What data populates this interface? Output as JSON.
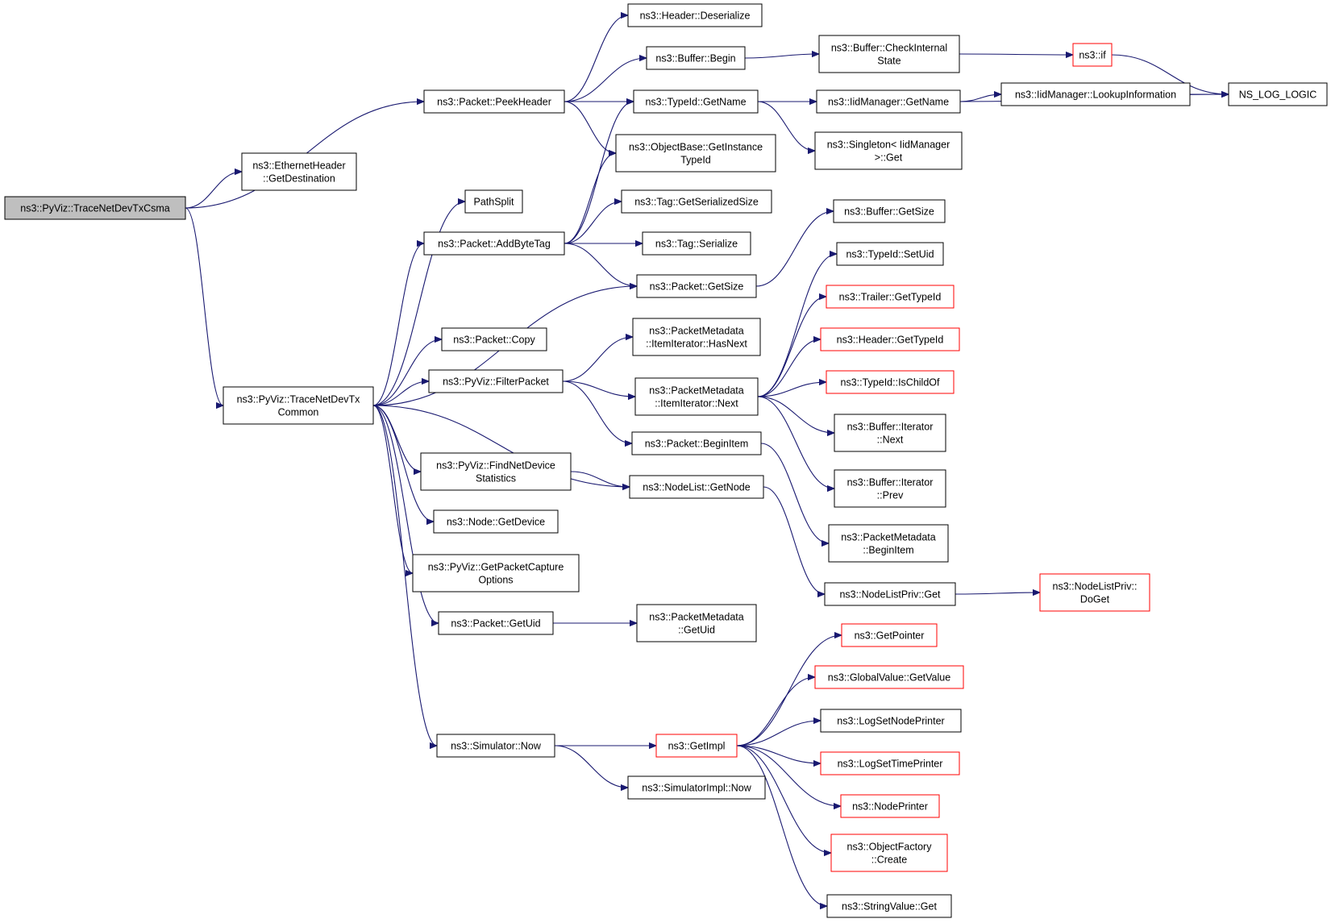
{
  "colors": {
    "edge": "#191970",
    "border_default": "#000000",
    "border_red": "#ff0000",
    "fill_default": "#ffffff",
    "fill_root": "#bfbfbf"
  },
  "nodes": [
    {
      "id": "root",
      "lines": [
        "ns3::PyViz::TraceNetDevTxCsma"
      ],
      "style": "root"
    },
    {
      "id": "eth_getdest",
      "lines": [
        "ns3::EthernetHeader",
        "::GetDestination"
      ],
      "style": "default"
    },
    {
      "id": "common",
      "lines": [
        "ns3::PyViz::TraceNetDevTx",
        "Common"
      ],
      "style": "default"
    },
    {
      "id": "peekheader",
      "lines": [
        "ns3::Packet::PeekHeader"
      ],
      "style": "default"
    },
    {
      "id": "pathsplit",
      "lines": [
        "PathSplit"
      ],
      "style": "default"
    },
    {
      "id": "addbytetag",
      "lines": [
        "ns3::Packet::AddByteTag"
      ],
      "style": "default"
    },
    {
      "id": "copy",
      "lines": [
        "ns3::Packet::Copy"
      ],
      "style": "default"
    },
    {
      "id": "filterpacket",
      "lines": [
        "ns3::PyViz::FilterPacket"
      ],
      "style": "default"
    },
    {
      "id": "findnetdev",
      "lines": [
        "ns3::PyViz::FindNetDevice",
        "Statistics"
      ],
      "style": "default"
    },
    {
      "id": "getdevice",
      "lines": [
        "ns3::Node::GetDevice"
      ],
      "style": "default"
    },
    {
      "id": "getpcap",
      "lines": [
        "ns3::PyViz::GetPacketCapture",
        "Options"
      ],
      "style": "default"
    },
    {
      "id": "getuid",
      "lines": [
        "ns3::Packet::GetUid"
      ],
      "style": "default"
    },
    {
      "id": "simnow",
      "lines": [
        "ns3::Simulator::Now"
      ],
      "style": "default"
    },
    {
      "id": "hdr_deser",
      "lines": [
        "ns3::Header::Deserialize"
      ],
      "style": "default"
    },
    {
      "id": "buf_begin",
      "lines": [
        "ns3::Buffer::Begin"
      ],
      "style": "default"
    },
    {
      "id": "typeid_getname",
      "lines": [
        "ns3::TypeId::GetName"
      ],
      "style": "default"
    },
    {
      "id": "objbase_git",
      "lines": [
        "ns3::ObjectBase::GetInstance",
        "TypeId"
      ],
      "style": "default"
    },
    {
      "id": "tag_gss",
      "lines": [
        "ns3::Tag::GetSerializedSize"
      ],
      "style": "default"
    },
    {
      "id": "tag_ser",
      "lines": [
        "ns3::Tag::Serialize"
      ],
      "style": "default"
    },
    {
      "id": "pkt_getsize",
      "lines": [
        "ns3::Packet::GetSize"
      ],
      "style": "default"
    },
    {
      "id": "pm_hasnext",
      "lines": [
        "ns3::PacketMetadata",
        "::ItemIterator::HasNext"
      ],
      "style": "default"
    },
    {
      "id": "pm_next",
      "lines": [
        "ns3::PacketMetadata",
        "::ItemIterator::Next"
      ],
      "style": "default"
    },
    {
      "id": "pkt_beginitem",
      "lines": [
        "ns3::Packet::BeginItem"
      ],
      "style": "default"
    },
    {
      "id": "nl_getnode",
      "lines": [
        "ns3::NodeList::GetNode"
      ],
      "style": "default"
    },
    {
      "id": "pm_getuid",
      "lines": [
        "ns3::PacketMetadata",
        "::GetUid"
      ],
      "style": "default"
    },
    {
      "id": "getimpl",
      "lines": [
        "ns3::GetImpl"
      ],
      "style": "red"
    },
    {
      "id": "simimpl_now",
      "lines": [
        "ns3::SimulatorImpl::Now"
      ],
      "style": "default"
    },
    {
      "id": "buf_checkint",
      "lines": [
        "ns3::Buffer::CheckInternal",
        "State"
      ],
      "style": "default"
    },
    {
      "id": "if",
      "lines": [
        "ns3::if"
      ],
      "style": "red"
    },
    {
      "id": "iidmgr_getname",
      "lines": [
        "ns3::IidManager::GetName"
      ],
      "style": "default"
    },
    {
      "id": "iidmgr_lookup",
      "lines": [
        "ns3::IidManager::LookupInformation"
      ],
      "style": "default"
    },
    {
      "id": "ns_log",
      "lines": [
        "NS_LOG_LOGIC"
      ],
      "style": "default"
    },
    {
      "id": "singleton_get",
      "lines": [
        "ns3::Singleton< IidManager",
        " >::Get"
      ],
      "style": "default"
    },
    {
      "id": "buf_getsize",
      "lines": [
        "ns3::Buffer::GetSize"
      ],
      "style": "default"
    },
    {
      "id": "typeid_setuid",
      "lines": [
        "ns3::TypeId::SetUid"
      ],
      "style": "default"
    },
    {
      "id": "trailer_gtid",
      "lines": [
        "ns3::Trailer::GetTypeId"
      ],
      "style": "red"
    },
    {
      "id": "header_gtid",
      "lines": [
        "ns3::Header::GetTypeId"
      ],
      "style": "red"
    },
    {
      "id": "typeid_ischild",
      "lines": [
        "ns3::TypeId::IsChildOf"
      ],
      "style": "red"
    },
    {
      "id": "bufit_next",
      "lines": [
        "ns3::Buffer::Iterator",
        "::Next"
      ],
      "style": "default"
    },
    {
      "id": "bufit_prev",
      "lines": [
        "ns3::Buffer::Iterator",
        "::Prev"
      ],
      "style": "default"
    },
    {
      "id": "pm_beginitem",
      "lines": [
        "ns3::PacketMetadata",
        "::BeginItem"
      ],
      "style": "default"
    },
    {
      "id": "nlpriv_get",
      "lines": [
        "ns3::NodeListPriv::Get"
      ],
      "style": "default"
    },
    {
      "id": "nlpriv_doget",
      "lines": [
        "ns3::NodeListPriv::",
        "DoGet"
      ],
      "style": "red"
    },
    {
      "id": "getpointer",
      "lines": [
        "ns3::GetPointer"
      ],
      "style": "red"
    },
    {
      "id": "gv_getvalue",
      "lines": [
        "ns3::GlobalValue::GetValue"
      ],
      "style": "red"
    },
    {
      "id": "logsetnodeprinter",
      "lines": [
        "ns3::LogSetNodePrinter"
      ],
      "style": "default"
    },
    {
      "id": "logsettimeprinter",
      "lines": [
        "ns3::LogSetTimePrinter"
      ],
      "style": "red"
    },
    {
      "id": "nodeprinter",
      "lines": [
        "ns3::NodePrinter"
      ],
      "style": "red"
    },
    {
      "id": "objfactory_create",
      "lines": [
        "ns3::ObjectFactory",
        "::Create"
      ],
      "style": "red"
    },
    {
      "id": "stringvalue_get",
      "lines": [
        "ns3::StringValue::Get"
      ],
      "style": "default"
    }
  ],
  "edges": [
    [
      "root",
      "eth_getdest"
    ],
    [
      "root",
      "peekheader"
    ],
    [
      "root",
      "common"
    ],
    [
      "common",
      "pathsplit"
    ],
    [
      "common",
      "addbytetag"
    ],
    [
      "common",
      "pkt_getsize"
    ],
    [
      "common",
      "copy"
    ],
    [
      "common",
      "filterpacket"
    ],
    [
      "common",
      "nl_getnode"
    ],
    [
      "common",
      "findnetdev"
    ],
    [
      "common",
      "getdevice"
    ],
    [
      "common",
      "getpcap"
    ],
    [
      "common",
      "getuid"
    ],
    [
      "common",
      "simnow"
    ],
    [
      "peekheader",
      "hdr_deser"
    ],
    [
      "peekheader",
      "buf_begin"
    ],
    [
      "peekheader",
      "typeid_getname"
    ],
    [
      "peekheader",
      "objbase_git"
    ],
    [
      "addbytetag",
      "typeid_getname"
    ],
    [
      "addbytetag",
      "objbase_git"
    ],
    [
      "addbytetag",
      "tag_gss"
    ],
    [
      "addbytetag",
      "tag_ser"
    ],
    [
      "addbytetag",
      "pkt_getsize"
    ],
    [
      "filterpacket",
      "pm_hasnext"
    ],
    [
      "filterpacket",
      "pm_next"
    ],
    [
      "filterpacket",
      "pkt_beginitem"
    ],
    [
      "findnetdev",
      "nl_getnode"
    ],
    [
      "getuid",
      "pm_getuid"
    ],
    [
      "simnow",
      "getimpl"
    ],
    [
      "simnow",
      "simimpl_now"
    ],
    [
      "buf_begin",
      "buf_checkint"
    ],
    [
      "buf_checkint",
      "if"
    ],
    [
      "if",
      "ns_log"
    ],
    [
      "typeid_getname",
      "iidmgr_getname"
    ],
    [
      "typeid_getname",
      "singleton_get"
    ],
    [
      "iidmgr_getname",
      "iidmgr_lookup"
    ],
    [
      "iidmgr_getname",
      "ns_log"
    ],
    [
      "iidmgr_lookup",
      "ns_log"
    ],
    [
      "pkt_getsize",
      "buf_getsize"
    ],
    [
      "pm_next",
      "typeid_setuid"
    ],
    [
      "pm_next",
      "trailer_gtid"
    ],
    [
      "pm_next",
      "header_gtid"
    ],
    [
      "pm_next",
      "typeid_ischild"
    ],
    [
      "pm_next",
      "bufit_next"
    ],
    [
      "pm_next",
      "bufit_prev"
    ],
    [
      "pkt_beginitem",
      "pm_beginitem"
    ],
    [
      "nl_getnode",
      "nlpriv_get"
    ],
    [
      "nlpriv_get",
      "nlpriv_doget"
    ],
    [
      "getimpl",
      "getpointer"
    ],
    [
      "getimpl",
      "gv_getvalue"
    ],
    [
      "getimpl",
      "logsetnodeprinter"
    ],
    [
      "getimpl",
      "logsettimeprinter"
    ],
    [
      "getimpl",
      "nodeprinter"
    ],
    [
      "getimpl",
      "objfactory_create"
    ],
    [
      "getimpl",
      "stringvalue_get"
    ]
  ]
}
